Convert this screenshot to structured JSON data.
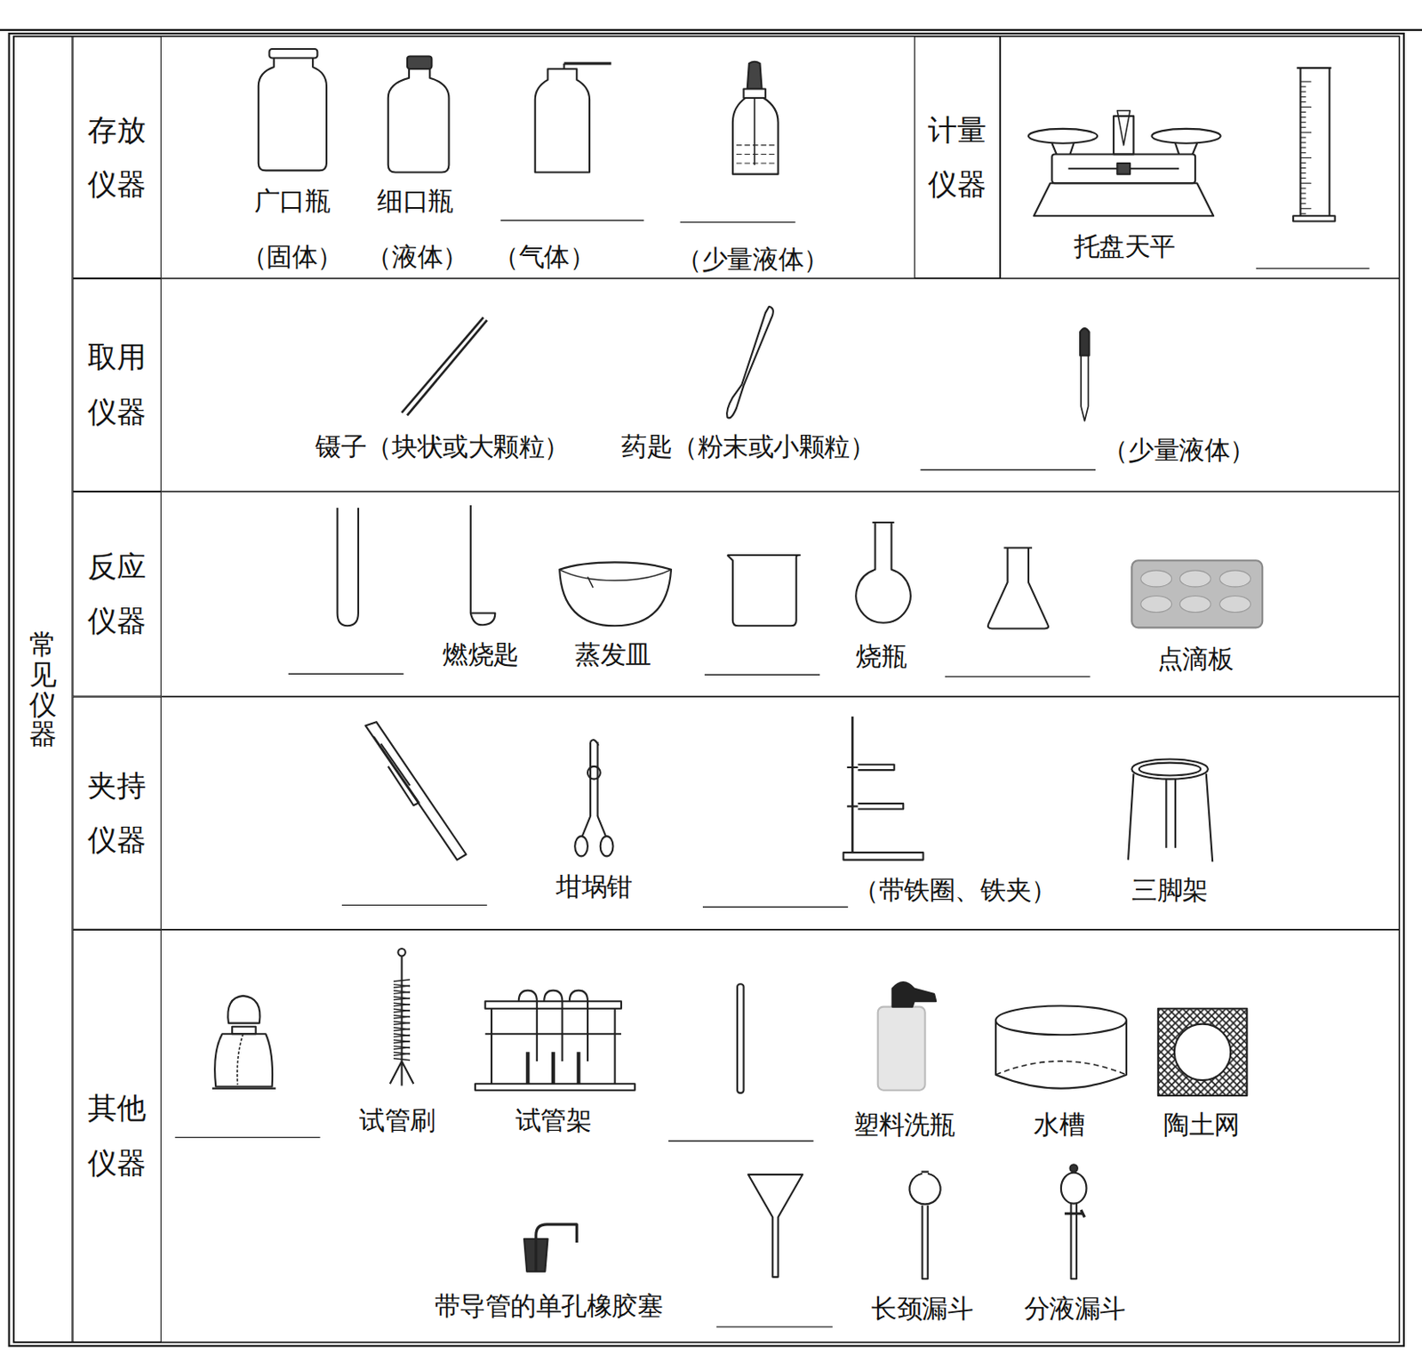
{
  "diagram": {
    "nodes": [
      {
        "text": [
          "常见仪器"
        ]
      },
      {
        "text": [
          "存放仪器"
        ]
      },
      {
        "text": [
          "计量仪器"
        ]
      },
      {
        "text": [
          "取用仪器"
        ]
      },
      {
        "text": [
          "反应仪器"
        ]
      },
      {
        "text": [
          "夹持仪器"
        ]
      },
      {
        "text": [
          "其他仪器"
        ]
      }
    ],
    "labels": [
      "广口瓶",
      "（固体）",
      "细口瓶",
      "（液体）",
      "（气体）",
      "（少量液体）",
      "托盘天平",
      "镊子（块状或大颗粒）",
      "药匙（粉末或小颗粒）",
      "（少量液体）",
      "燃烧匙",
      "蒸发皿",
      "烧瓶",
      "点滴板",
      "坩埚钳",
      "（带铁圈、铁夹）",
      "三脚架",
      "试管刷",
      "试管架",
      "塑料洗瓶",
      "水槽",
      "陶土网",
      "带导管的单孔橡胶塞",
      "长颈漏斗",
      "分液漏斗"
    ]
  }
}
